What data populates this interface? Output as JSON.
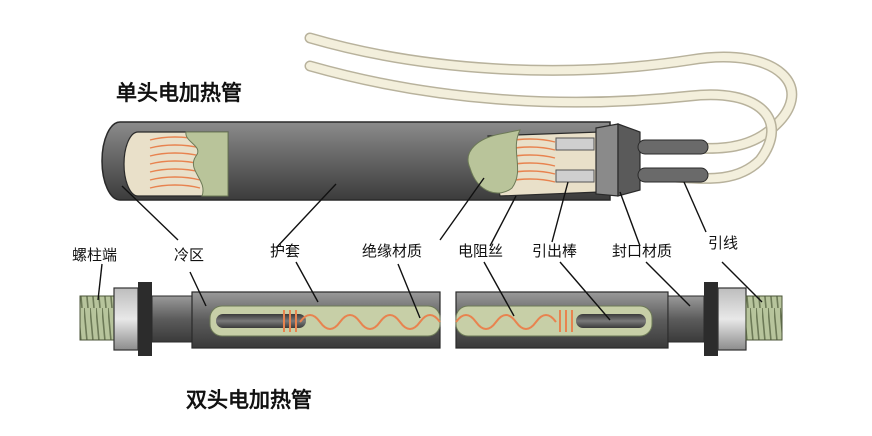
{
  "titles": {
    "single": "单头电加热管",
    "double": "双头电加热管"
  },
  "labels": {
    "stud_terminal": "螺柱端",
    "cold_zone": "冷区",
    "sheath": "护套",
    "insulation": "绝缘材质",
    "resistance_wire": "电阻丝",
    "lead_rod": "引出棒",
    "sealing": "封口材质",
    "lead_wire": "引线"
  },
  "colors": {
    "tube_dark": "#4a4a4a",
    "tube_mid": "#7a7a7a",
    "insulation": "#b9c49a",
    "coil": "#e8834f",
    "wire": "#f1ecd8"
  }
}
